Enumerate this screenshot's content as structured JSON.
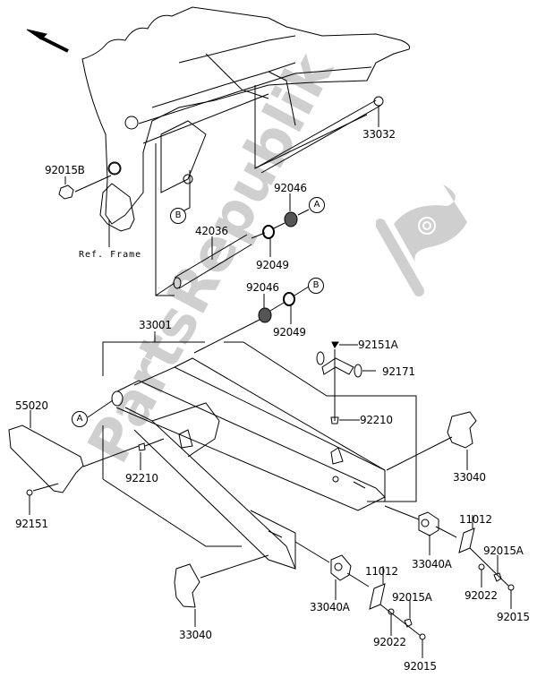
{
  "diagram": {
    "title_hidden": "",
    "direction_arrow": "front-arrow-icon",
    "reference_label": "Ref. Frame",
    "watermark_text": "PartsRepublik",
    "watermark_icon": "flag-gear-icon",
    "callouts": {
      "a": "A",
      "b": "B"
    },
    "parts": {
      "p33032": "33032",
      "p92015B": "92015B",
      "p92046_top": "92046",
      "p42036": "42036",
      "p92049_top": "92049",
      "p92046_mid": "92046",
      "p92049_mid": "92049",
      "p33001": "33001",
      "p92151A": "92151A",
      "p92171": "92171",
      "p92210_right": "92210",
      "p55020": "55020",
      "p92210_left": "92210",
      "p92151": "92151",
      "p33040_right": "33040",
      "p11012_right": "11012",
      "p33040A_right": "33040A",
      "p92015A_right": "92015A",
      "p92022_right": "92022",
      "p92015_right": "92015",
      "p33040_left": "33040",
      "p33040A_left": "33040A",
      "p11012_left": "11012",
      "p92015A_left": "92015A",
      "p92022_left": "92022",
      "p92015_left": "92015"
    },
    "colors": {
      "line": "#000000",
      "watermark": "#cfcfcf"
    }
  }
}
